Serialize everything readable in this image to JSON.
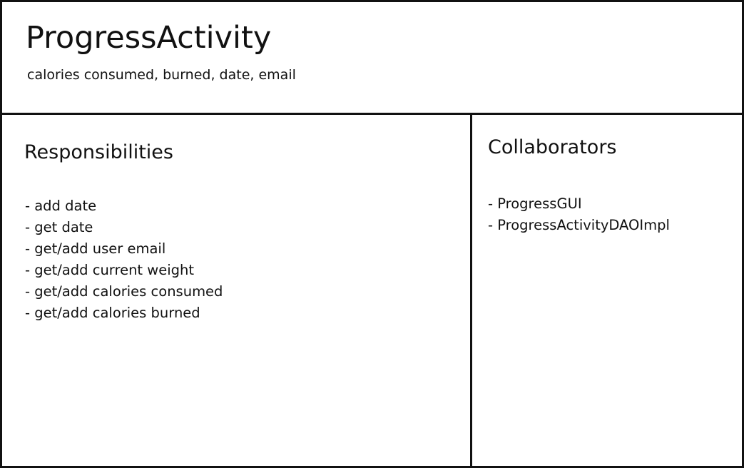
{
  "class_card": {
    "name": "ProgressActivity",
    "attributes": "calories consumed, burned, date, email"
  },
  "responsibilities": {
    "title": "Responsibilities",
    "items": [
      "- add date",
      "- get date",
      "- get/add user email",
      "- get/add current weight",
      "- get/add calories consumed",
      "- get/add calories burned"
    ]
  },
  "collaborators": {
    "title": "Collaborators",
    "items": [
      "- ProgressGUI",
      "- ProgressActivityDAOImpl"
    ]
  },
  "colors": {
    "border": "#111111",
    "text": "#111111",
    "background": "#ffffff"
  }
}
